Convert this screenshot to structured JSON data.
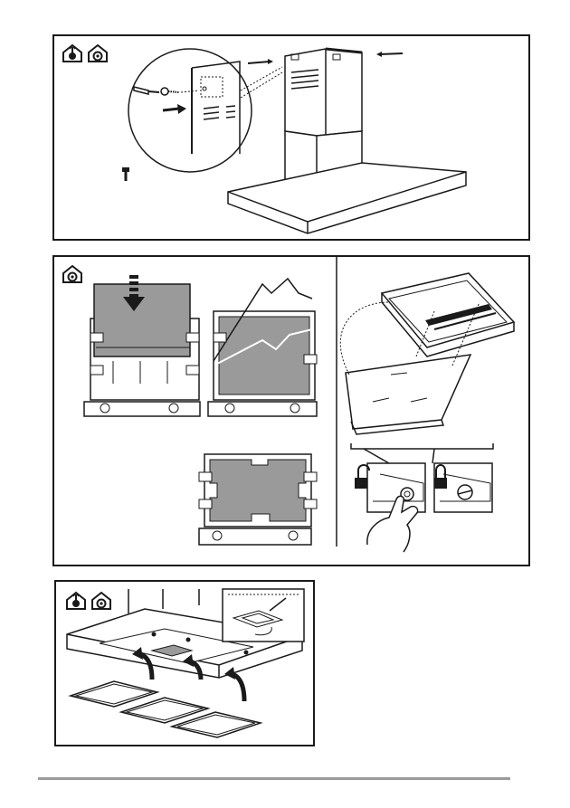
{
  "page": {
    "document_type": "installation-instructions-illustrations"
  },
  "panels": [
    {
      "id": "chimney-mounting",
      "icons": [
        "extraction-mode-icon",
        "recirculation-mode-icon"
      ]
    },
    {
      "id": "filter-assembly",
      "icons": [
        "recirculation-mode-icon"
      ],
      "lock_icons": [
        "unlocked-padlock-icon",
        "locked-padlock-icon"
      ]
    },
    {
      "id": "grease-filter-fitting",
      "icons": [
        "extraction-mode-icon",
        "recirculation-mode-icon"
      ]
    }
  ],
  "colors": {
    "line": "#1a1a1a",
    "filter_fill": "#9a9a9a",
    "footer_rule": "#9a9a9a"
  }
}
